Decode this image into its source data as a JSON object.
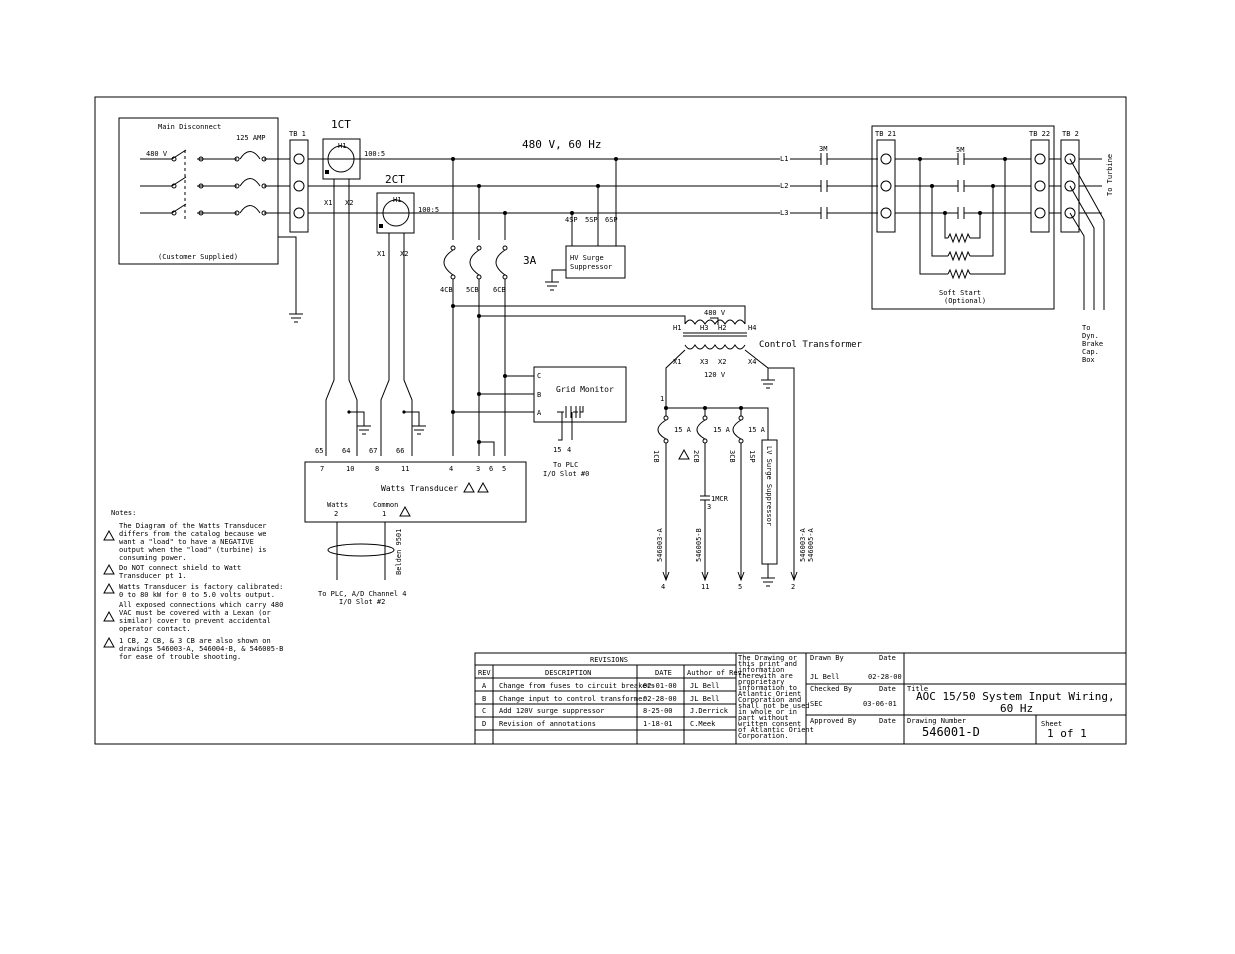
{
  "labels": {
    "main_disconnect": "Main Disconnect",
    "amp_125": "125 AMP",
    "v480": "480 V",
    "customer_supplied": "(Customer Supplied)",
    "tb1": "TB 1",
    "ct1": "1CT",
    "ct2": "2CT",
    "h1": "H1",
    "ratio1": "100:5",
    "ratio2": "100:5",
    "x1a": "X1",
    "x2a": "X2",
    "x1b": "X1",
    "x2b": "X2",
    "main_bus": "480 V, 60 Hz",
    "l1": "L1",
    "l2": "L2",
    "l3": "L3",
    "m3": "3M",
    "m5": "5M",
    "tb21": "TB 21",
    "tb22": "TB 22",
    "tb2": "TB 2",
    "to_turbine": "To Turbine",
    "soft_start": "Soft Start",
    "optional": "(Optional)",
    "to_dyn": [
      "To",
      "Dyn.",
      "Brake",
      "Cap.",
      "Box"
    ],
    "sp4": "4SP",
    "sp5": "5SP",
    "sp6": "6SP",
    "hv_surge_1": "HV Surge",
    "hv_surge_2": "Suppressor",
    "fuse3a": "3A",
    "cb4": "4CB",
    "cb5": "5CB",
    "cb6": "6CB",
    "v480_ct": "480 V",
    "h1t": "H1",
    "h3": "H3",
    "h2": "H2",
    "h4": "H4",
    "x1t": "X1",
    "x3": "X3",
    "x2t": "X2",
    "x4": "X4",
    "v120": "120 V",
    "control_transformer": "Control Transformer",
    "grid_c": "C",
    "grid_b": "B",
    "grid_a": "A",
    "grid_monitor": "Grid Monitor",
    "gm15": "15",
    "gm4": "4",
    "to_plc_io": "To PLC",
    "io_slot0": "I/O Slot #0",
    "wire65": "65",
    "wire64": "64",
    "wire67": "67",
    "wire66": "66",
    "term7": "7",
    "term10": "10",
    "term8": "8",
    "term11": "11",
    "term4": "4",
    "term3": "3",
    "term6": "6",
    "term5": "5",
    "watts_transducer": "Watts Transducer",
    "watts": "Watts",
    "common": "Common",
    "wt2": "2",
    "wt1": "1",
    "belden": "Belden 9501",
    "to_plc_ad": "To PLC, A/D Channel 4",
    "io_slot2": "I/O Slot #2",
    "node1": "1",
    "a15a": "15 A",
    "a15b": "15 A",
    "a15c": "15 A",
    "cb1": "1CB",
    "cb2": "2CB",
    "cb3": "3CB",
    "sp1": "1SP",
    "lv_surge": "LV Surge Suppressor",
    "mcr": "1MCR",
    "mcr3": "3",
    "ref546003a": "546003-A",
    "ref546005b": "546005-B",
    "ref_right_1": "546003-A",
    "ref_right_2": "546005-A",
    "out4": "4",
    "out11": "11",
    "out5": "5",
    "out2": "2"
  },
  "notes": {
    "heading": "Notes:",
    "items": [
      [
        "The Diagram of the Watts Transducer",
        "differs from the catalog because we",
        "want a \"load\" to have a NEGATIVE",
        "output when the \"load\" (turbine) is",
        "consuming power."
      ],
      [
        "Do NOT connect shield to Watt",
        "Transducer pt 1."
      ],
      [
        "Watts Transducer is factory calibrated:",
        "0 to 80 kW for 0 to 5.0 volts output."
      ],
      [
        "All exposed connections which carry 480",
        "VAC must be covered with a Lexan (or",
        "similar) cover to prevent accidental",
        "operator contact."
      ],
      [
        "1 CB, 2 CB, & 3 CB are also shown on",
        "drawings 546003-A, 546004-B, & 546005-B",
        "for ease of trouble shooting."
      ]
    ]
  },
  "revisions": {
    "title": "REVISIONS",
    "headers": [
      "REV",
      "DESCRIPTION",
      "DATE",
      "Author of Rev."
    ],
    "rows": [
      [
        "A",
        "Change from fuses to circuit breakers",
        "02-01-00",
        "JL Bell"
      ],
      [
        "B",
        "Change input to control transformer.",
        "02-28-00",
        "JL Bell"
      ],
      [
        "C",
        "Add 120V surge suppressor",
        "8-25-00",
        "J.Derrick"
      ],
      [
        "D",
        "Revision of annotations",
        "1-18-01",
        "C.Meek"
      ]
    ]
  },
  "proprietary": [
    "The Drawing or",
    "this print and",
    "information",
    "therewith are",
    "proprietary",
    "information to",
    "Atlantic Orient",
    "Corporation and",
    "shall not be used",
    "in whole or in",
    "part without",
    "written consent",
    "of Atlantic Orient",
    "Corporation."
  ],
  "title_block": {
    "drawn_by_label": "Drawn By",
    "drawn_by": "JL Bell",
    "date_label1": "Date",
    "date_drawn": "02-28-00",
    "checked_by_label": "Checked By",
    "checked_by": "SEC",
    "date_label2": "Date",
    "date_checked": "03-06-01",
    "approved_by_label": "Approved By",
    "date_label3": "Date",
    "title_label": "Title",
    "title_line1": "AOC 15/50 System Input Wiring,",
    "title_line2": "60 Hz",
    "drawing_number_label": "Drawing Number",
    "drawing_number": "546001-D",
    "sheet_label": "Sheet",
    "sheet": "1 of 1"
  }
}
